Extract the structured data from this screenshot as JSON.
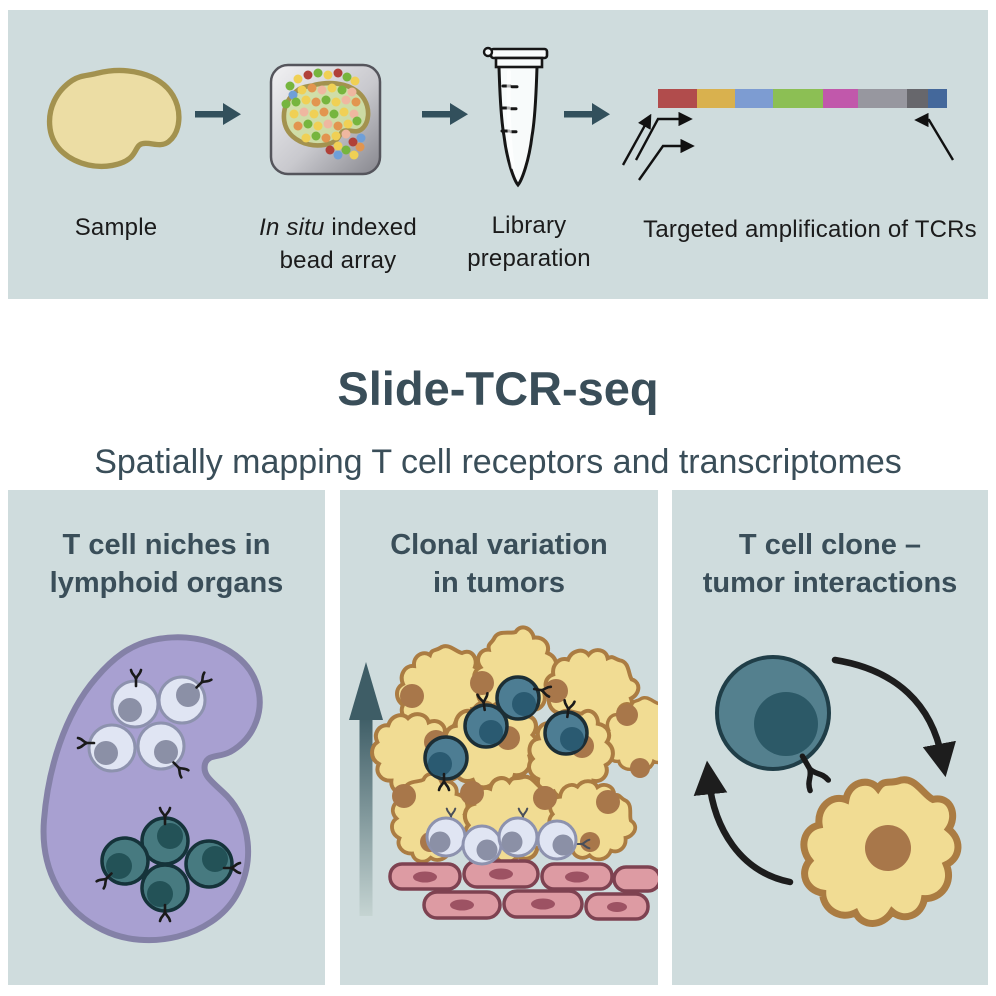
{
  "title": "Slide-TCR-seq",
  "subtitle": "Spatially mapping T cell receptors and transcriptomes",
  "workflow": {
    "steps": [
      {
        "label": "Sample"
      },
      {
        "label_italic": "In situ",
        "label_rest": "indexed",
        "label_line2": "bead array"
      },
      {
        "label_line1": "Library",
        "label_line2": "preparation"
      },
      {
        "label": "Targeted amplification of TCRs"
      }
    ]
  },
  "panels": [
    {
      "id": "lymphoid",
      "title_line1": "T cell niches in",
      "title_line2": "lymphoid organs"
    },
    {
      "id": "clonal",
      "title_line1": "Clonal variation",
      "title_line2": "in tumors"
    },
    {
      "id": "interactions",
      "title_line1": "T cell clone –",
      "title_line2": "tumor interactions"
    }
  ],
  "sequence_bar": {
    "segments": [
      {
        "name": "red",
        "color": "#b14c4c",
        "width": 39
      },
      {
        "name": "gold",
        "color": "#d9b14e",
        "width": 38
      },
      {
        "name": "blue",
        "color": "#7d9cd2",
        "width": 38
      },
      {
        "name": "green",
        "color": "#8cbf54",
        "width": 50
      },
      {
        "name": "magenta",
        "color": "#c158ab",
        "width": 35
      },
      {
        "name": "gray",
        "color": "#97979f",
        "width": 49
      },
      {
        "name": "dark-gray",
        "color": "#67676c",
        "width": 21
      },
      {
        "name": "steel-blue",
        "color": "#44689b",
        "width": 19
      }
    ]
  },
  "colors": {
    "page_bg": "#ffffff",
    "panel_bg": "#cfdcdd",
    "slate_text": "#3a4e59",
    "label_text": "#1b1b1b",
    "arrow_slate": "#32505c",
    "black_arrow": "#1d1d1d",
    "sample_fill": "#ecdda4",
    "sample_stroke": "#a3924f",
    "array_bean_fill": "#cfdf9f",
    "tube_fill": "#f8fbfb",
    "tube_liquid": "#adc1c8",
    "tube_outline": "#161616",
    "organ_fill": "#a8a0d1",
    "organ_stroke": "#8481a7",
    "light_cell_fill": "#e0e5f3",
    "light_cell_stroke": "#8d92ae",
    "light_cell_nucleus": "#8b90a6",
    "teal_cell_fill": "#477a80",
    "teal_cell_stroke": "#15333a",
    "teal_cell_nucleus": "#235257",
    "tcell_fill": "#4d7d93",
    "tcell_stroke": "#1c2e35",
    "tcell_nucleus": "#2a5a71",
    "tcell3_fill": "#54808e",
    "tcell3_stroke": "#203e48",
    "tcell3_nucleus": "#2c5967",
    "tumor_fill": "#f1dc93",
    "tumor_stroke": "#ab7c42",
    "tumor_nucleus": "#a8774a",
    "pink_cell_fill": "#dd9ba3",
    "pink_cell_stroke": "#7e4251",
    "pink_cell_nucleus": "#9d5263",
    "bead_yellow": "#f0d055",
    "bead_orange": "#e2954f",
    "bead_green": "#76b53e",
    "bead_red": "#b04038",
    "bead_blue": "#6f9fd8",
    "bead_salmon": "#efb7a0",
    "up_arrow_top": "#3e5d66",
    "up_arrow_bottom": "#c5d4d2"
  }
}
